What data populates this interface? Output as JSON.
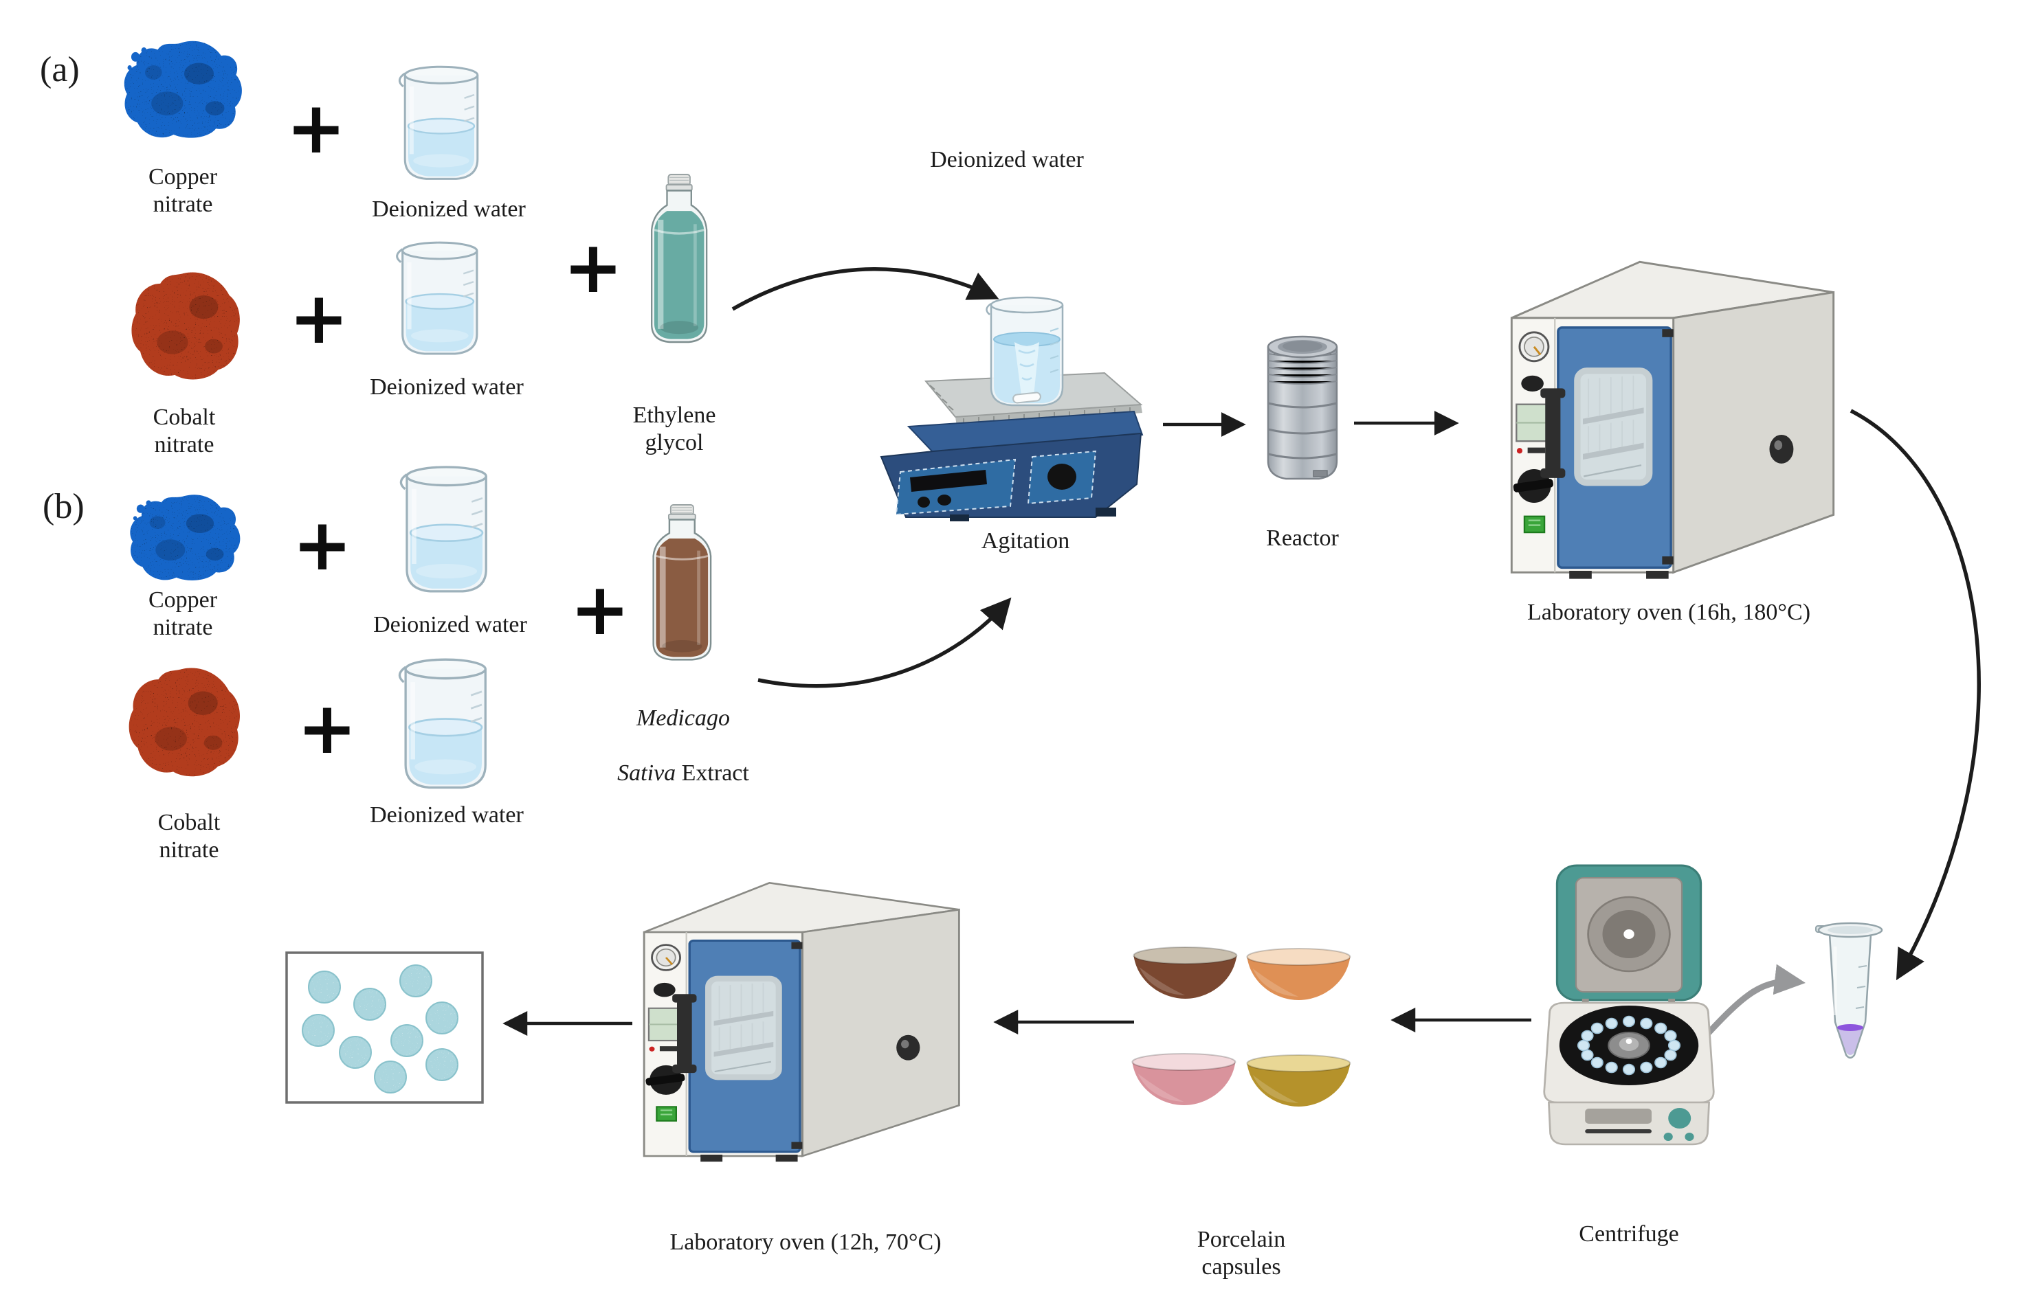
{
  "diagram": {
    "plus": "+",
    "panel_a": {
      "label": "(a)",
      "copper_nitrate": "Copper\nnitrate",
      "cobalt_nitrate": "Cobalt\nnitrate",
      "deionized_water_1": "Deionized water",
      "deionized_water_2": "Deionized water",
      "ethylene_glycol": "Ethylene\nglycol"
    },
    "panel_b": {
      "label": "(b)",
      "copper_nitrate": "Copper\nnitrate",
      "cobalt_nitrate": "Cobalt\nnitrate",
      "deionized_water_1": "Deionized water",
      "deionized_water_2": "Deionized water",
      "extract_line1": "Medicago",
      "extract_line2_italic": "Sativa",
      "extract_line2_regular": " Extract"
    },
    "process": {
      "deionized_water_added": "Deionized water",
      "agitation": "Agitation",
      "reactor": "Reactor",
      "oven_hot": "Laboratory oven (16h, 180°C)",
      "centrifuge": "Centrifuge",
      "porcelain_capsules": "Porcelain\ncapsules",
      "oven_dry": "Laboratory oven (12h, 70°C)"
    },
    "colors": {
      "copper": "#1565c8",
      "cobalt": "#b23c1d",
      "water": "#c7e6f6",
      "water_surface": "#a9d7ee",
      "glycol": "#68aba3",
      "extract": "#8a5c42",
      "door": "#4f7fb5",
      "stirrer": "#2c4d7d",
      "panel": "#2f6ca3",
      "centrifuge": "#4d9a93",
      "pellet": "#7a3fd1",
      "particle": "#b7dde4",
      "bowl1": "#7a4730",
      "bowl1rim": "#c9bfae",
      "bowl2": "#df9055",
      "bowl2rim": "#f6dcc2",
      "bowl3": "#d9939c",
      "bowl3rim": "#f3dadd",
      "bowl4": "#b5922b",
      "bowl4rim": "#e9d795",
      "arrow": "#1c1c1c",
      "gray_arrow": "#97989a"
    }
  }
}
